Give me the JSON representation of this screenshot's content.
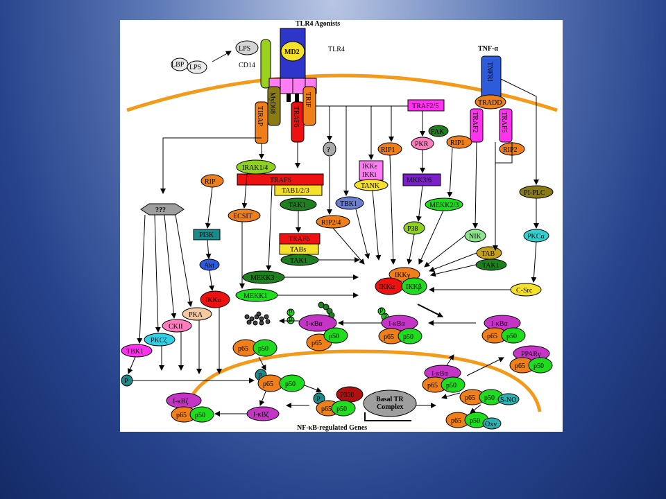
{
  "labels": {
    "tlr4_agonists": "TLR4 Agonists",
    "tlr4": "TLR4",
    "tnf_alpha": "TNF-α",
    "lbp": "LBP",
    "lps": "LPS",
    "cd14": "CD14",
    "md2": "MD2",
    "myd88": "MyD88",
    "tirap": "TIRAP",
    "traf6": "TRAF6",
    "trif": "TRIF",
    "unknown": "?",
    "unknown3": "???",
    "traf25": "TRAF2/5",
    "tnfr1": "TNFRI",
    "tradd": "TRADD",
    "traf2": "TRAF2",
    "traf5": "TRAF5",
    "fak": "FAK",
    "rip1": "RIP1",
    "rip2": "RIP2",
    "pkr": "PKR",
    "irak14": "IRAK1/4",
    "rip": "RIP",
    "tab123": "TAB1/2/3",
    "tak1": "TAK1",
    "ikke": "IKKε",
    "ikki": "IKKi",
    "tank": "TANK",
    "mkk36": "MKK3/6",
    "pi_plc": "PI-PLC",
    "tbk1": "TBK1",
    "ecsit": "ECSIT",
    "rip24": "RIP2/4",
    "mekk23": "MEKK2/3",
    "p38": "P38",
    "pi3k": "PI3K",
    "akt": "Akt",
    "tabs": "TABs",
    "nik": "NIK",
    "tab": "TAB",
    "pkc_alpha": "PKCα",
    "mekk3": "MEKK3",
    "mekk1": "MEKK1",
    "ikk_gamma": "IKKγ",
    "ikk_alpha": "IKKα",
    "ikk_beta": "IKKβ",
    "c_src": "C-Src",
    "pka": "PKA",
    "ckii": "CKII",
    "pkc_zeta": "PKCζ",
    "p": "P",
    "ikba": "I-κBα",
    "ikbz": "I-κBζ",
    "p65": "p65",
    "p50": "p50",
    "ppar_gamma": "PPARγ",
    "p300": "P300",
    "basal_tr_1": "Basal TR",
    "basal_tr_2": "Complex",
    "s_no": "S-NO",
    "oxy": "Oxy",
    "nfkb_genes": "NF-κB-regulated Genes"
  },
  "colors": {
    "membrane": "#f39a1b",
    "tlr4_blue": "#2d36c9",
    "receptor_pink": "#ff7cf5",
    "lps_green": "#9ad11f",
    "md2_yellow": "#f5e02a",
    "olive": "#8a7b12",
    "orange": "#ef7f1a",
    "red": "#ee1111",
    "magenta": "#ff33ee",
    "green": "#1fdc1f",
    "dark_green": "#1e7f1e",
    "purple": "#7a1fc9",
    "teal": "#1b8a8a",
    "grey": "#9e9e9e",
    "ikb_purple": "#c535c5"
  }
}
